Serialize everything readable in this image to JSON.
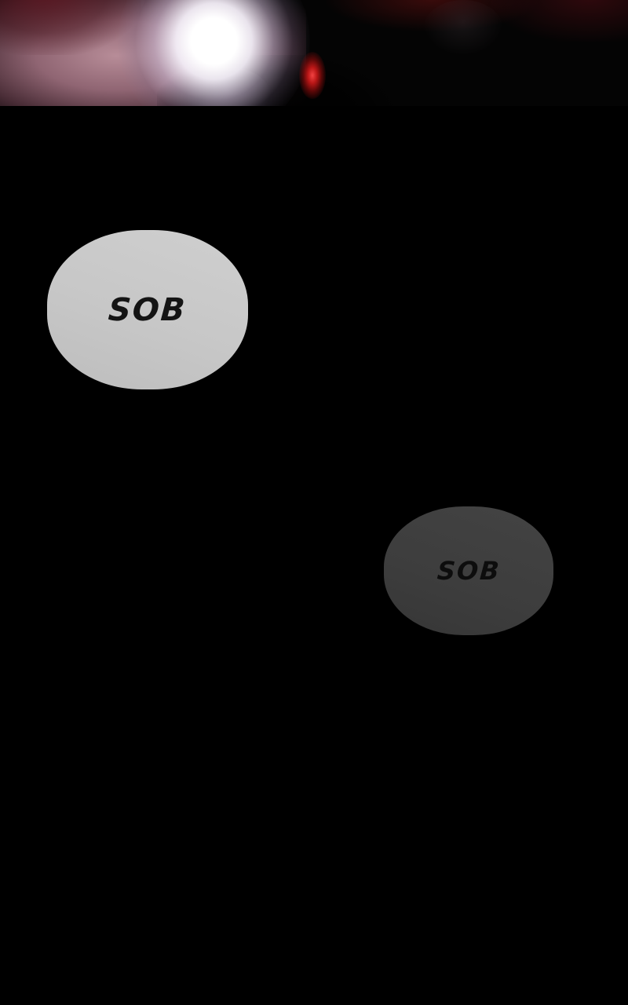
{
  "page": {
    "type": "webtoon-comic-panel",
    "background_color": "#000000"
  },
  "artwork": {
    "colors": {
      "pink_haze": "#b28a96",
      "maroon_corner": "#5c1620",
      "flashlight_core": "#ffffff",
      "flashlight_halo": "#d0c4de",
      "red_eye_glow": "#cd1919",
      "scene_background": "#040404"
    }
  },
  "bubbles": [
    {
      "text": "SOB",
      "fill": "#c9c9c9",
      "text_color": "#141414"
    },
    {
      "text": "SOB",
      "fill": "#3d3d3d",
      "text_color": "#0d0d0d"
    }
  ]
}
